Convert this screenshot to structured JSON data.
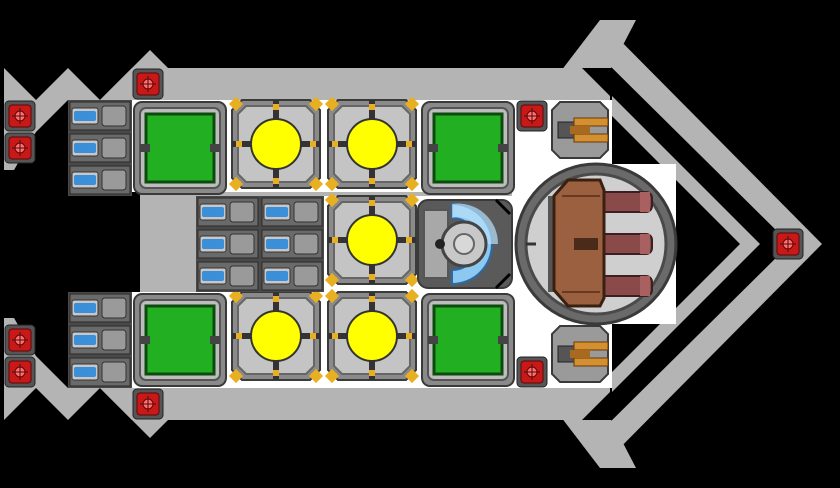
{
  "scene": {
    "title": "",
    "colors": {
      "background": "#000000",
      "hull": "#b4b4b4",
      "floor": "#ffffff",
      "block_frame": "#7a7a7a",
      "storage_room": "#22b022",
      "reactor_core": "#ffff00",
      "connector": "#e8b020",
      "thruster_nozzle": "#3a8fd8",
      "weapon_mount": "#c81818",
      "turret_barrel": "#d49030",
      "shield_glow": "#8cc8f0",
      "cannon_hull": "#8a5a3a"
    },
    "components": {
      "storage_rooms": 4,
      "reactors": 5,
      "thruster_pods": 4,
      "weapon_mounts": 9,
      "side_turrets": 2,
      "shield_generators": 1,
      "main_cannons": 1
    }
  }
}
